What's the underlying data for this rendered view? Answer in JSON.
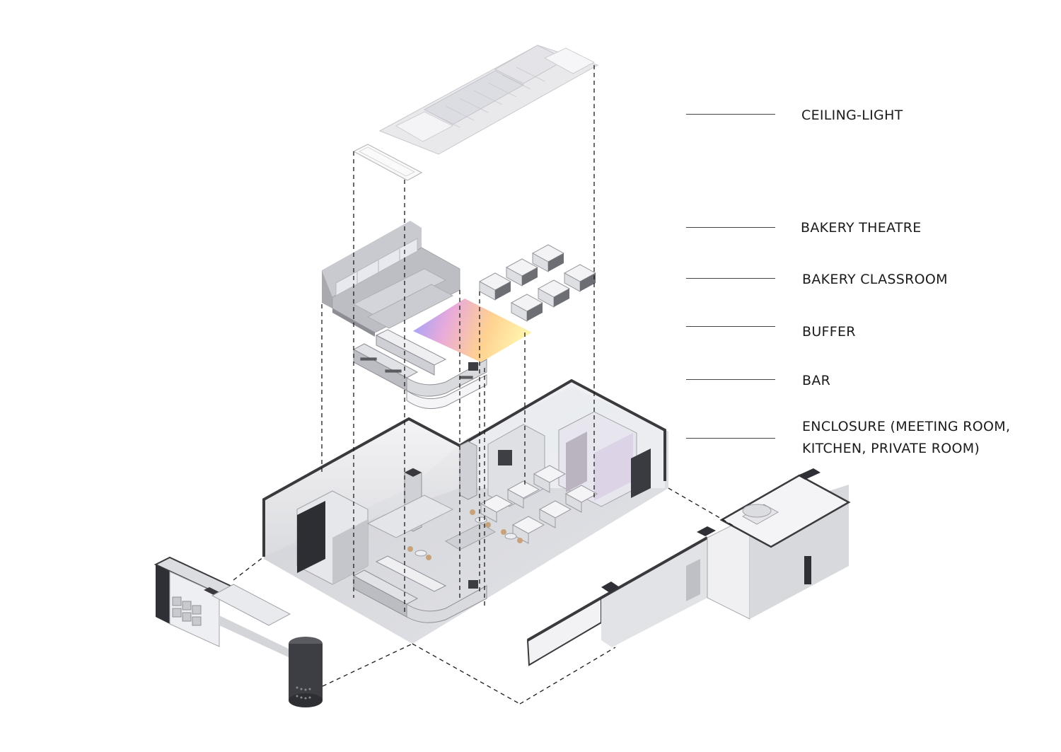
{
  "legend": {
    "ceiling_light": "CEILING-LIGHT",
    "bakery_theatre": "BAKERY THEATRE",
    "bakery_classroom": "BAKERY CLASSROOM",
    "buffer": "BUFFER",
    "bar": "BAR",
    "enclosure_line1": "ENCLOSURE (MEETING ROOM,",
    "enclosure_line2": "KITCHEN, PRIVATE ROOM)"
  },
  "colors": {
    "line": "#1b1b1b",
    "wall_dark": "#3a3a3e",
    "floor": "#d7d8dc",
    "buffer_gradient": [
      "#8f9bff",
      "#e8a6d8",
      "#ffd27a",
      "#fff0a0"
    ]
  }
}
